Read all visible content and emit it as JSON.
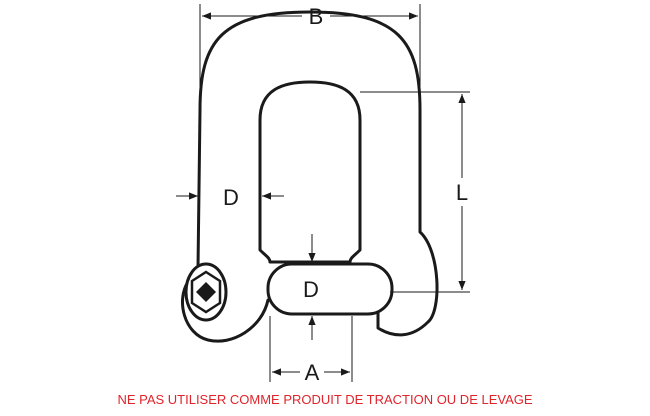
{
  "diagram": {
    "labels": {
      "width_outer": "B",
      "wire_diameter": "D",
      "pin_diameter": "D",
      "inner_length": "L",
      "opening_width": "A"
    }
  },
  "footer": {
    "warning": "NE PAS UTILISER COMME PRODUIT DE TRACTION OU DE LEVAGE"
  },
  "colors": {
    "stroke": "#1a1a1a",
    "warning": "#e0242c"
  }
}
